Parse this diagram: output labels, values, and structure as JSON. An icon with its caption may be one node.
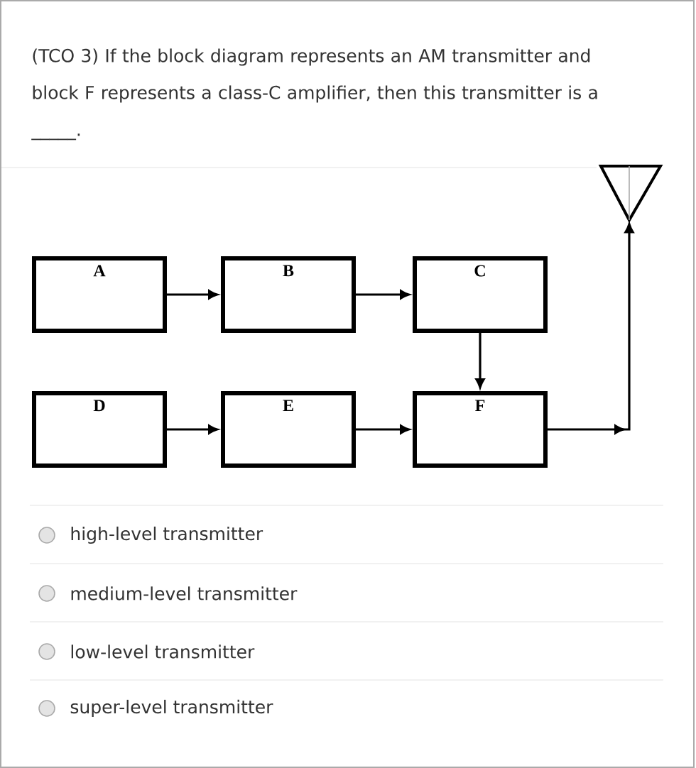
{
  "diagram": {
    "title": "(TCO 3) If the block diagram represents an AM transmitter and block F represents a class-C amplifier, then this transmitter is a _____.",
    "nodes": [
      {
        "text": [
          "A"
        ]
      },
      {
        "text": [
          "B"
        ]
      },
      {
        "text": [
          "C"
        ]
      },
      {
        "text": [
          "D"
        ]
      },
      {
        "text": [
          "E"
        ]
      },
      {
        "text": [
          "F"
        ]
      },
      {
        "text": [],
        "shape": "antenna"
      }
    ],
    "edges": [
      {
        "from": 0,
        "to": 1,
        "arrow": "to"
      },
      {
        "from": 1,
        "to": 2,
        "arrow": "to"
      },
      {
        "from": 2,
        "to": 5,
        "arrow": "to"
      },
      {
        "from": 3,
        "to": 4,
        "arrow": "to"
      },
      {
        "from": 4,
        "to": 5,
        "arrow": "to"
      },
      {
        "from": 5,
        "to": 6,
        "arrow": "to"
      }
    ],
    "labels": [
      "high-level transmitter",
      "medium-level transmitter",
      "low-level transmitter",
      "super-level transmitter"
    ]
  }
}
